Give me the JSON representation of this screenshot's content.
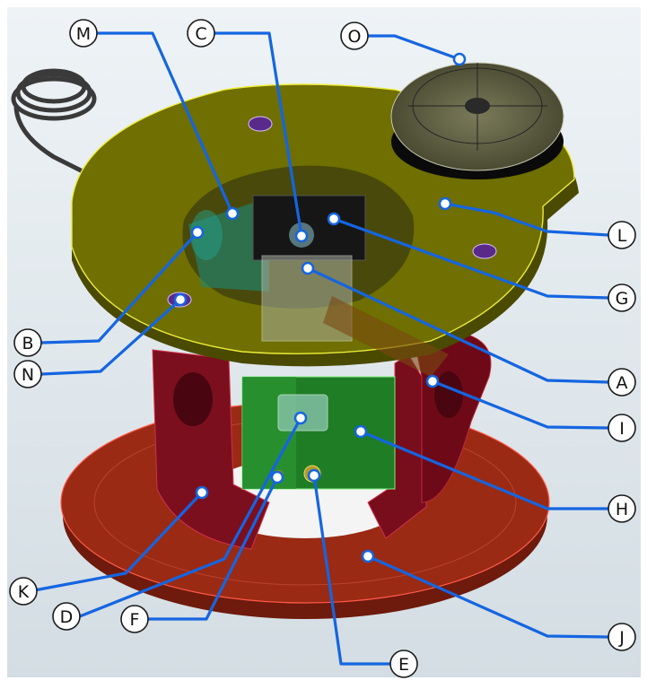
{
  "labels": {
    "M": "M",
    "C": "C",
    "O": "O",
    "L": "L",
    "G": "G",
    "A": "A",
    "I": "I",
    "H": "H",
    "J": "J",
    "E": "E",
    "F": "F",
    "D": "D",
    "K": "K",
    "N": "N",
    "B": "B"
  },
  "colors": {
    "leader": "#1565e0",
    "callout_fill": "#ffffff",
    "callout_stroke": "#1a1a1a",
    "top_plate": "#6b6b00",
    "bottom_plate": "#8a2412",
    "frame": "#7a0d1a",
    "green_block": "#1d7a24",
    "black_block": "#1a1a1a"
  }
}
